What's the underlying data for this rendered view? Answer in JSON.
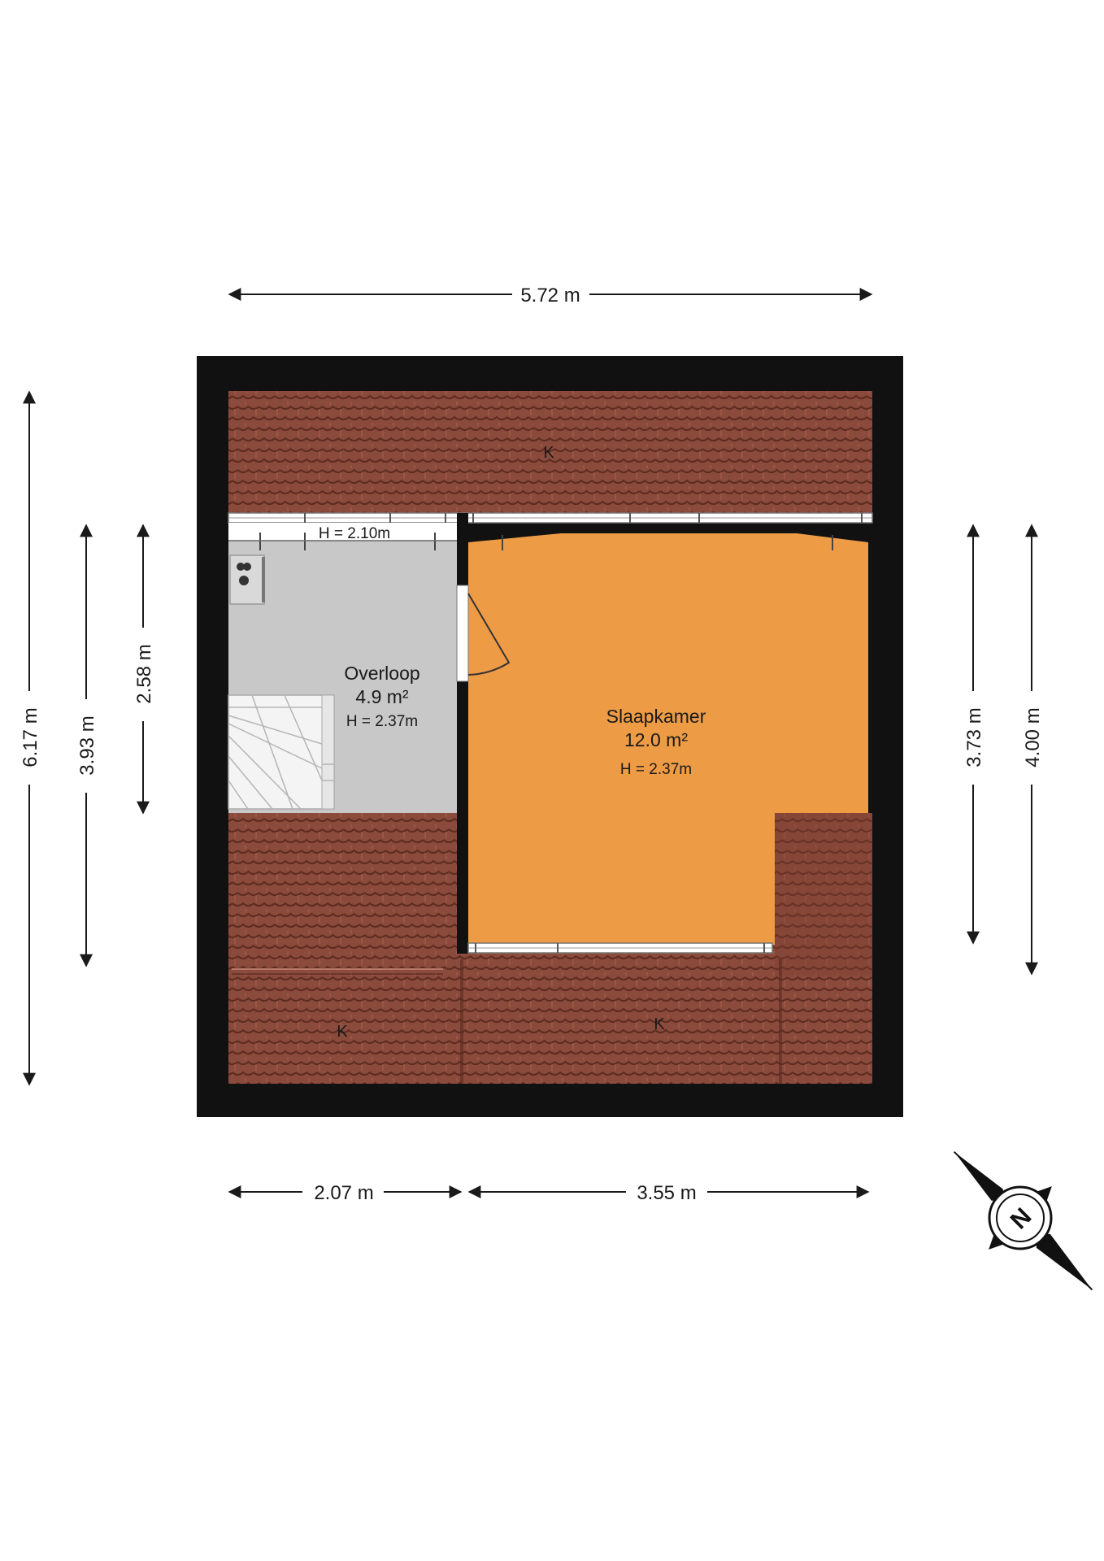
{
  "dimensions": {
    "top_width": "5.72 m",
    "bottom_left": "2.07 m",
    "bottom_right": "3.55 m",
    "left_outer": "6.17 m",
    "left_mid": "3.93 m",
    "left_inner": "2.58 m",
    "right_inner": "3.73 m",
    "right_outer": "4.00 m"
  },
  "rooms": {
    "overloop": {
      "name": "Overloop",
      "area": "4.9 m²",
      "height": "H = 2.37m"
    },
    "slaapkamer": {
      "name": "Slaapkamer",
      "area": "12.0 m²",
      "height": "H = 2.37m"
    }
  },
  "window_height_label": "H = 2.10m",
  "roof_labels": {
    "top": "K",
    "bottom_left": "K",
    "bottom_right": "K"
  },
  "compass": {
    "letter": "N"
  },
  "colors": {
    "wall": "#111111",
    "roof_tile": "#8a4a3b",
    "roof_tile_dark": "#6e3629",
    "bedroom": "#ee9c45",
    "landing": "#c9c9c9"
  }
}
